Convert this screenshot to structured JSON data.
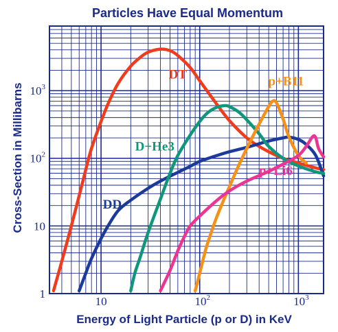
{
  "chart_data": {
    "type": "line",
    "title": "Particles Have Equal Momentum",
    "xlabel": "Energy of Light Particle (p or D) in KeV",
    "ylabel": "Cross-Section in Millibarns",
    "x_scale": "log",
    "y_scale": "log",
    "xlim": [
      3,
      1800
    ],
    "ylim": [
      1,
      9000
    ],
    "grid": true,
    "x_ticks": [
      {
        "value": 10,
        "label": "10",
        "sup": ""
      },
      {
        "value": 100,
        "label": "10",
        "sup": "2"
      },
      {
        "value": 1000,
        "label": "10",
        "sup": "3"
      }
    ],
    "y_ticks": [
      {
        "value": 1,
        "label": "1",
        "sup": ""
      },
      {
        "value": 10,
        "label": "10",
        "sup": ""
      },
      {
        "value": 100,
        "label": "10",
        "sup": "2"
      },
      {
        "value": 1000,
        "label": "10",
        "sup": "3"
      }
    ],
    "series": [
      {
        "name": "DT",
        "color": "#f03c1e",
        "points": [
          [
            3.3,
            1.1
          ],
          [
            4,
            3
          ],
          [
            5,
            10
          ],
          [
            6,
            28
          ],
          [
            7,
            68
          ],
          [
            8,
            140
          ],
          [
            10,
            350
          ],
          [
            12,
            680
          ],
          [
            15,
            1300
          ],
          [
            20,
            2300
          ],
          [
            25,
            3100
          ],
          [
            30,
            3700
          ],
          [
            40,
            4100
          ],
          [
            50,
            3900
          ],
          [
            60,
            3300
          ],
          [
            80,
            2200
          ],
          [
            100,
            1400
          ],
          [
            150,
            620
          ],
          [
            200,
            360
          ],
          [
            300,
            200
          ],
          [
            400,
            150
          ],
          [
            500,
            125
          ],
          [
            700,
            100
          ],
          [
            1000,
            85
          ],
          [
            1500,
            72
          ],
          [
            1800,
            68
          ]
        ]
      },
      {
        "name": "DD",
        "color": "#1c3a99",
        "points": [
          [
            6,
            1.1
          ],
          [
            7,
            2
          ],
          [
            8,
            3.3
          ],
          [
            10,
            6.5
          ],
          [
            12,
            10.5
          ],
          [
            15,
            17
          ],
          [
            20,
            24
          ],
          [
            30,
            36
          ],
          [
            40,
            46
          ],
          [
            60,
            62
          ],
          [
            80,
            76
          ],
          [
            100,
            90
          ],
          [
            150,
            110
          ],
          [
            200,
            125
          ],
          [
            300,
            145
          ],
          [
            500,
            180
          ],
          [
            700,
            200
          ],
          [
            800,
            205
          ],
          [
            1000,
            190
          ],
          [
            1200,
            160
          ],
          [
            1500,
            110
          ],
          [
            1800,
            55
          ]
        ]
      },
      {
        "name": "D+He3",
        "color": "#10967a",
        "points": [
          [
            20,
            1.1
          ],
          [
            22,
            2
          ],
          [
            25,
            3.5
          ],
          [
            30,
            8
          ],
          [
            40,
            25
          ],
          [
            50,
            60
          ],
          [
            60,
            110
          ],
          [
            80,
            220
          ],
          [
            100,
            350
          ],
          [
            120,
            470
          ],
          [
            150,
            570
          ],
          [
            180,
            600
          ],
          [
            200,
            580
          ],
          [
            250,
            480
          ],
          [
            300,
            370
          ],
          [
            400,
            230
          ],
          [
            500,
            150
          ],
          [
            700,
            100
          ],
          [
            1000,
            77
          ],
          [
            1500,
            63
          ],
          [
            1800,
            60
          ]
        ]
      },
      {
        "name": "p+B11",
        "color": "#f59019",
        "points": [
          [
            90,
            1.1
          ],
          [
            100,
            2
          ],
          [
            110,
            3.5
          ],
          [
            120,
            5.5
          ],
          [
            150,
            14
          ],
          [
            200,
            38
          ],
          [
            250,
            80
          ],
          [
            300,
            140
          ],
          [
            400,
            320
          ],
          [
            500,
            580
          ],
          [
            550,
            700
          ],
          [
            600,
            660
          ],
          [
            700,
            380
          ],
          [
            800,
            210
          ],
          [
            1000,
            110
          ],
          [
            1200,
            85
          ]
        ]
      },
      {
        "name": "p+Li6",
        "color": "#ea3592",
        "points": [
          [
            40,
            1.1
          ],
          [
            50,
            2.2
          ],
          [
            60,
            4.3
          ],
          [
            70,
            7
          ],
          [
            80,
            10
          ],
          [
            100,
            14
          ],
          [
            150,
            24
          ],
          [
            200,
            33
          ],
          [
            300,
            46
          ],
          [
            500,
            64
          ],
          [
            700,
            82
          ],
          [
            1000,
            110
          ],
          [
            1200,
            150
          ],
          [
            1400,
            210
          ],
          [
            1500,
            200
          ],
          [
            1600,
            140
          ],
          [
            1800,
            105
          ]
        ]
      }
    ],
    "annotations": [
      {
        "series": "DT",
        "text": "DT",
        "color": "#f03c1e",
        "x": 60,
        "y": 1500
      },
      {
        "series": "p+B11",
        "text": "p+B11",
        "color": "#f59019",
        "x": 750,
        "y": 1200
      },
      {
        "series": "D+He3",
        "text": "D+He3",
        "color": "#10967a",
        "x": 35,
        "y": 130
      },
      {
        "series": "p+Li6",
        "text": "p+Li6",
        "color": "#ea3592",
        "x": 590,
        "y": 57
      },
      {
        "series": "DD",
        "text": "DD",
        "color": "#1c3a99",
        "x": 13,
        "y": 18
      }
    ]
  }
}
